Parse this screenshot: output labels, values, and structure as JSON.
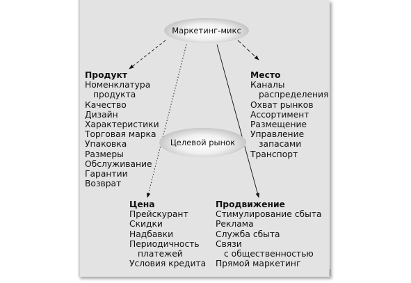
{
  "diagram": {
    "center_top": "Маркетинг-микс",
    "center_middle": "Целевой рынок",
    "product": {
      "title": "Продукт",
      "items": [
        "Номенклатура",
        "продукта",
        "Качество",
        "Дизайн",
        "Характеристики",
        "Торговая марка",
        "Упаковка",
        "Размеры",
        "Обслуживание",
        "Гарантии",
        "Возврат"
      ]
    },
    "place": {
      "title": "Место",
      "items": [
        "Каналы",
        "распределения",
        "Охват рынков",
        "Ассортимент",
        "Размещение",
        "Управление",
        "запасами",
        "Транспорт"
      ]
    },
    "price": {
      "title": "Цена",
      "items": [
        "Прейскурант",
        "Скидки",
        "Надбавки",
        "Периодичность",
        "платежей",
        "Условия кредита"
      ]
    },
    "promotion": {
      "title": "Продвижение",
      "items": [
        "Стимулирование сбыта",
        "Реклама",
        "Служба сбыта",
        "Связи",
        "с общественностью",
        "Прямой маркетинг"
      ]
    }
  }
}
